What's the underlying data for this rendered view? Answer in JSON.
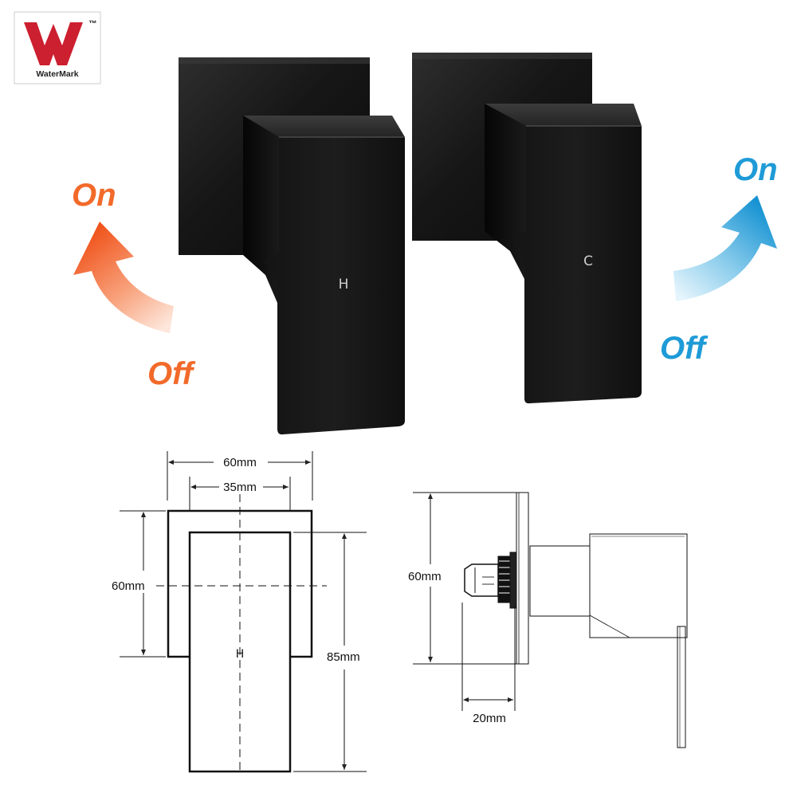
{
  "logo": {
    "text": "WaterMark",
    "tm": "™",
    "color": "#cc1f2f"
  },
  "hot_tap": {
    "handle_letter": "H",
    "on_label": "On",
    "off_label": "Off",
    "accent": "#f26a2a"
  },
  "cold_tap": {
    "handle_letter": "C",
    "on_label": "On",
    "off_label": "Off",
    "accent": "#1e9bd7"
  },
  "front_drawing": {
    "plate_width": "60mm",
    "handle_width": "35mm",
    "plate_height": "60mm",
    "handle_height": "85mm",
    "handle_mark": "H"
  },
  "side_drawing": {
    "height": "60mm",
    "depth": "20mm"
  }
}
